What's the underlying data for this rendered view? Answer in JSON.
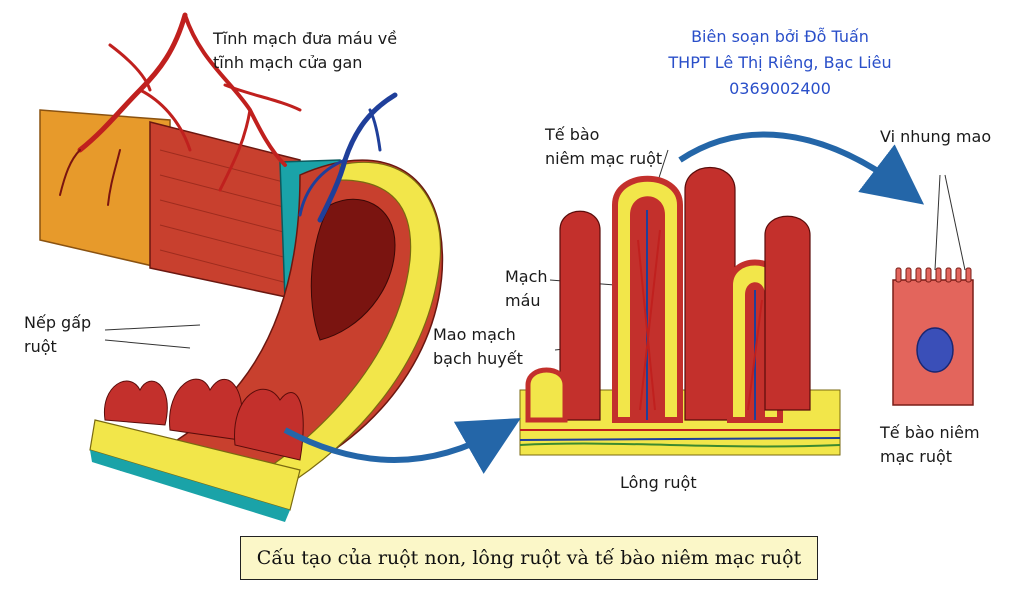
{
  "labels": {
    "vein_l1": "Tĩnh mạch đưa máu về",
    "vein_l2": "tĩnh mạch cửa gan",
    "fold_l1": "Nếp gấp",
    "fold_l2": "ruột",
    "cell_top_l1": "Tế bào",
    "cell_top_l2": "niêm mạc ruột",
    "vessel_l1": "Mạch",
    "vessel_l2": "máu",
    "lymph_l1": "Mao mạch",
    "lymph_l2": "bạch huyết",
    "villus": "Lông ruột",
    "microvilli": "Vi nhung mao",
    "cell_l1": "Tế bào niêm",
    "cell_l2": "mạc ruột"
  },
  "credit": {
    "line1": "Biên soạn bởi Đỗ Tuấn",
    "line2": "THPT Lê Thị Riêng, Bạc Liêu",
    "line3": "0369002400"
  },
  "caption": "Cấu tạo của ruột non, lông ruột và tế bào niêm mạc ruột",
  "colors": {
    "muscle": "#c8402e",
    "outer_orange": "#e79a2b",
    "teal": "#1aa3a8",
    "yellow": "#f2e64a",
    "villus_red": "#c3302c",
    "vessel_red": "#c0201e",
    "vessel_blue": "#1f3f9a",
    "lymph_green": "#3d8a2e",
    "arrow_blue": "#2466a8",
    "cell_pink": "#e3655c",
    "nucleus": "#3a4fb8",
    "caption_bg": "#fbf7c8"
  }
}
